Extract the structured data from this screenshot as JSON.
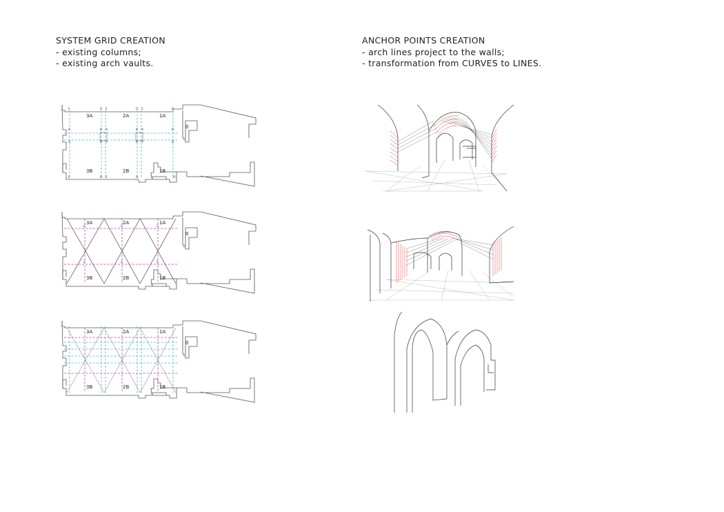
{
  "left_heading": {
    "title": "SYSTEM GRID CREATION",
    "line1": "- existing columns;",
    "line2": "- existing arch vaults."
  },
  "right_heading": {
    "title": "ANCHOR POINTS CREATION",
    "line1": "- arch lines project to the walls;",
    "line2": "- transformation from CURVES to LINES."
  },
  "plan_labels": {
    "bay_3a": "3A",
    "bay_2a": "2A",
    "bay_1a": "1A",
    "bay_3b": "3B",
    "bay_2b": "2B",
    "bay_1b": "1B",
    "room_0": "0",
    "point_a": "A",
    "point_b": "B",
    "point_c": "C",
    "point_d": "D",
    "point_e": "E"
  },
  "colors": {
    "wall": "#555555",
    "column_grid": "#3fb6c9",
    "vault_grid": "#b43bb4",
    "arch_lines": "#cc3333"
  }
}
